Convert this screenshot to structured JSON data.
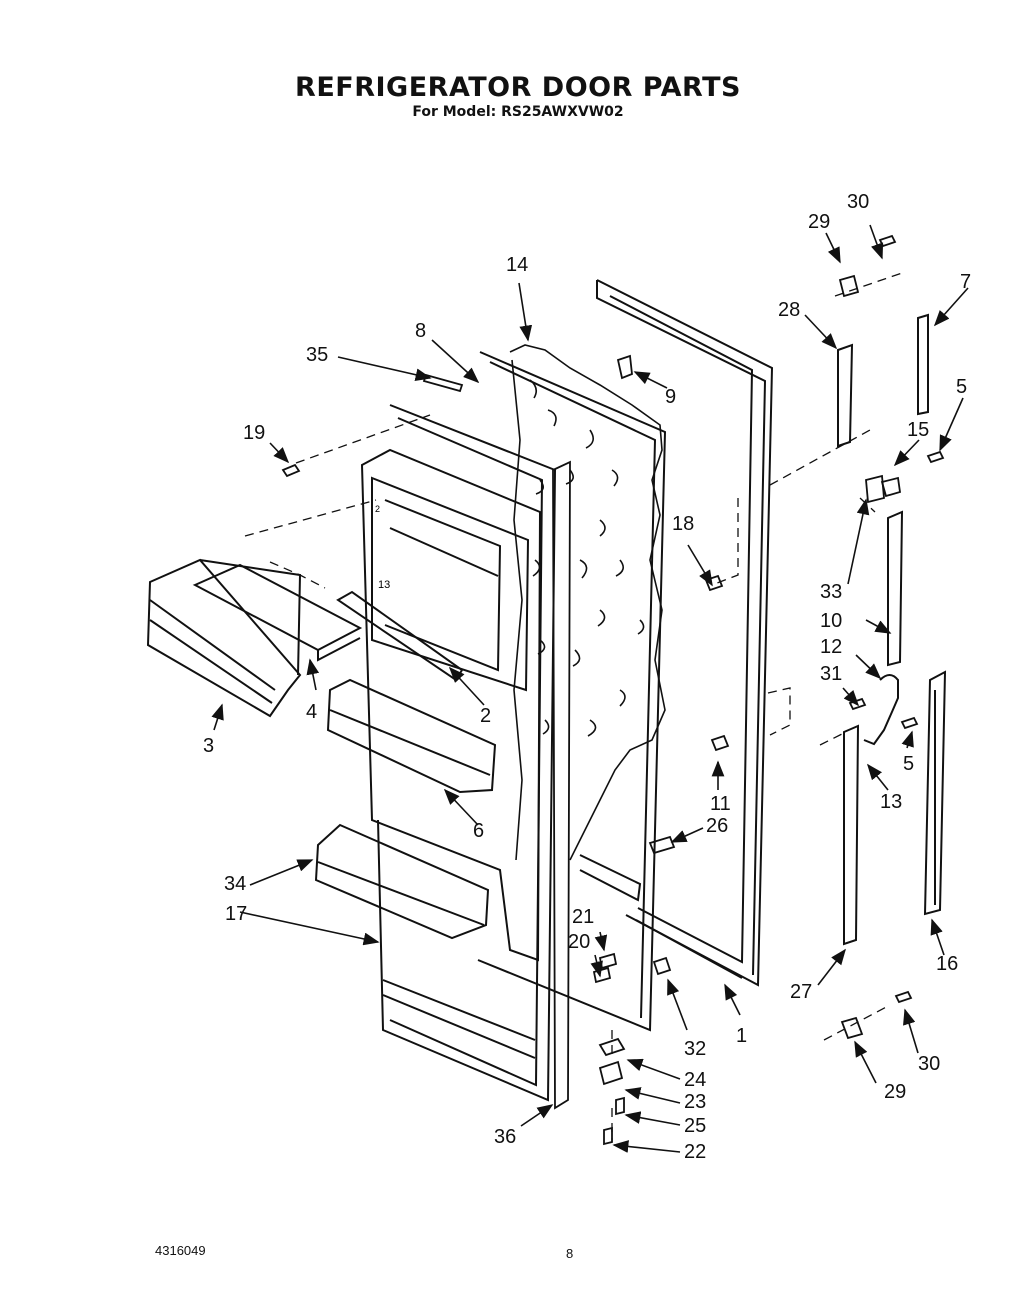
{
  "title": "REFRIGERATOR DOOR PARTS",
  "subtitle": "For Model: RS25AWXVW02",
  "doc_number": "4316049",
  "page_number": "8",
  "callouts": [
    "1",
    "2",
    "3",
    "4",
    "5",
    "5",
    "6",
    "7",
    "8",
    "9",
    "10",
    "11",
    "12",
    "13",
    "14",
    "15",
    "16",
    "17",
    "18",
    "19",
    "20",
    "21",
    "22",
    "23",
    "24",
    "25",
    "26",
    "27",
    "28",
    "29",
    "29",
    "30",
    "30",
    "31",
    "32",
    "33",
    "34",
    "35",
    "36"
  ],
  "part_marks": [
    "2",
    "13"
  ]
}
